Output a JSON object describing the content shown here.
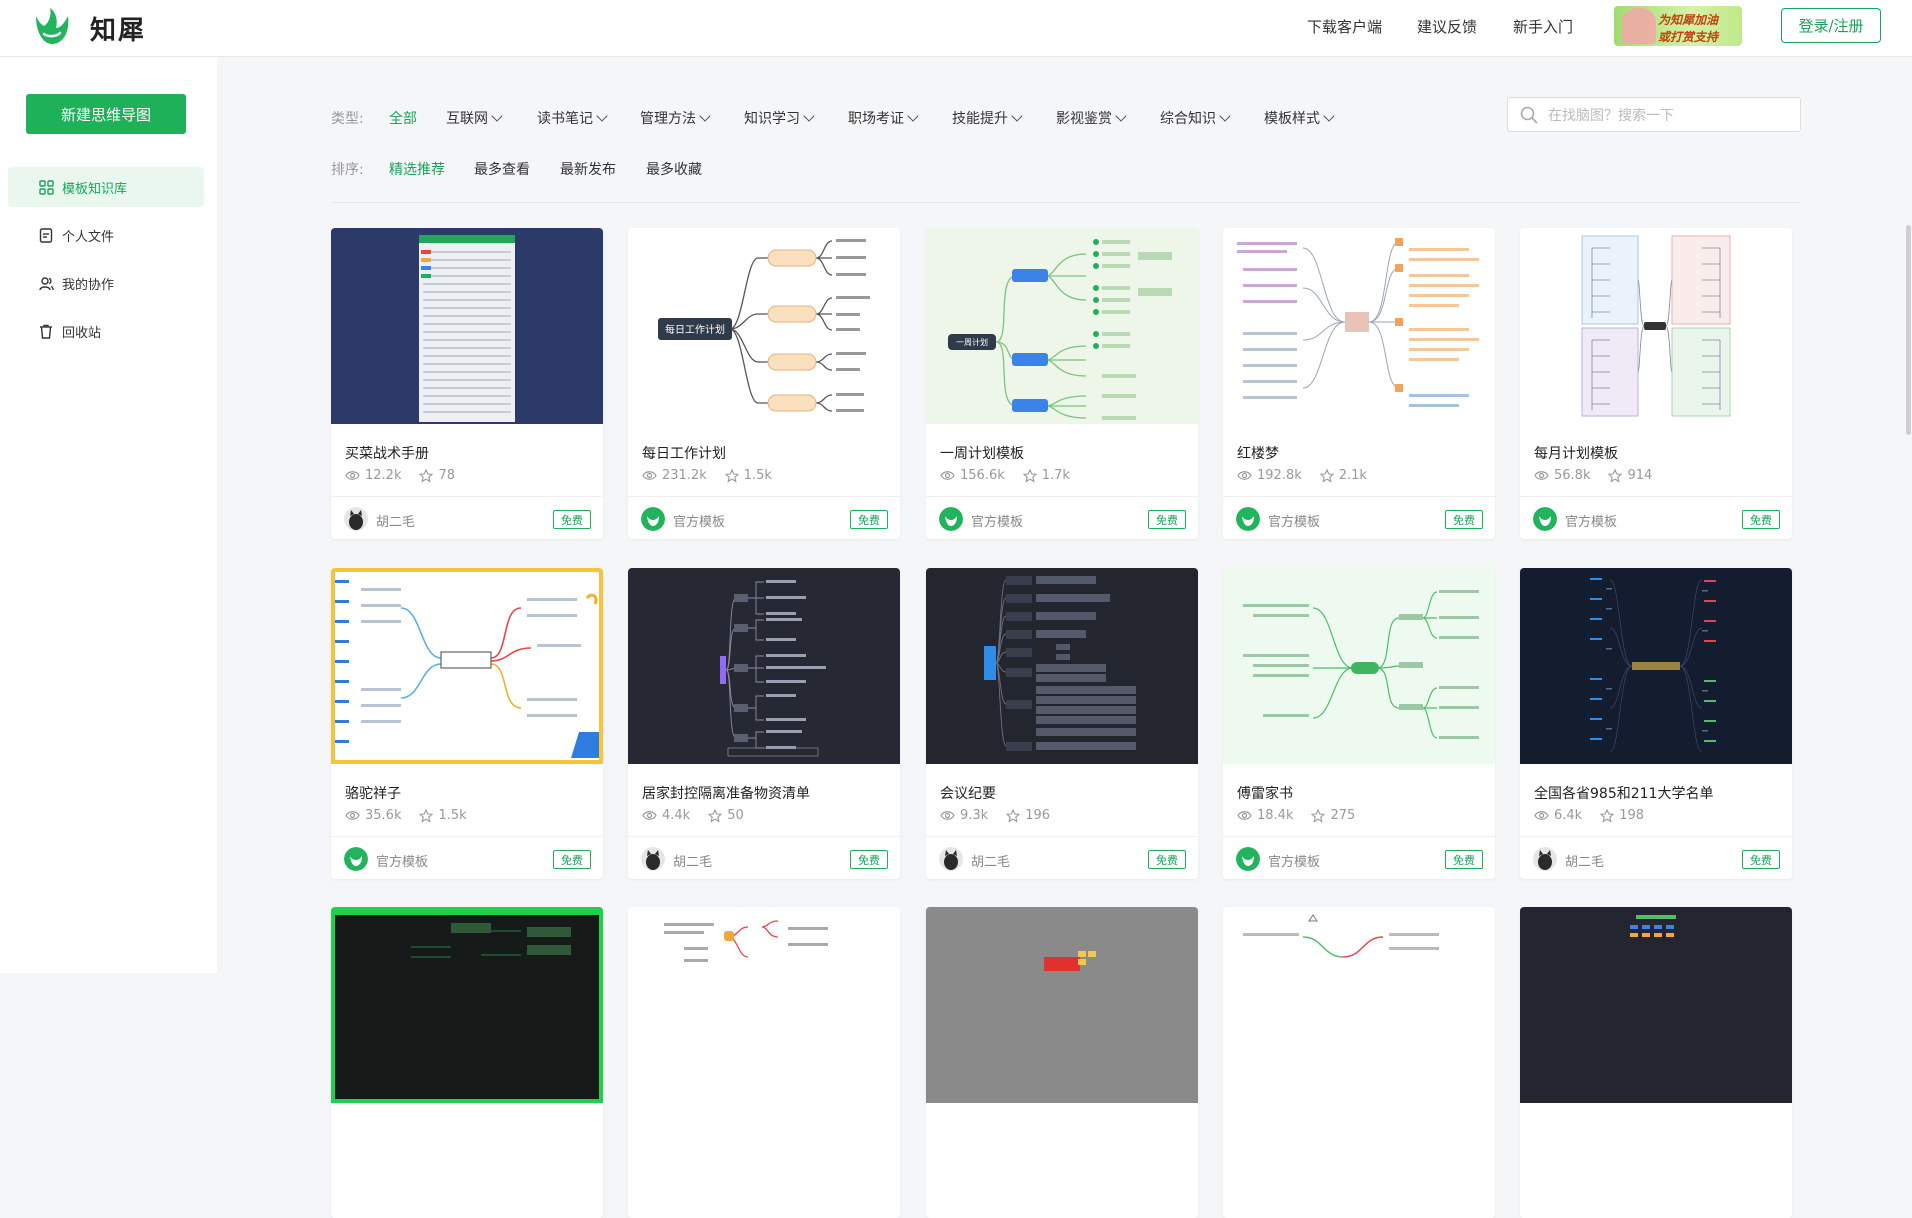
{
  "header": {
    "brand": "知犀",
    "nav": [
      "下载客户端",
      "建议反馈",
      "新手入门"
    ],
    "banner_line1": "为知犀加油",
    "banner_line2": "或打赏支持",
    "login": "登录/注册"
  },
  "sidebar": {
    "new_button": "新建思维导图",
    "items": [
      {
        "label": "模板知识库",
        "icon": "grid-icon"
      },
      {
        "label": "个人文件",
        "icon": "file-icon"
      },
      {
        "label": "我的协作",
        "icon": "users-icon"
      },
      {
        "label": "回收站",
        "icon": "trash-icon"
      }
    ]
  },
  "filters": {
    "type_label": "类型:",
    "types": [
      "全部",
      "互联网",
      "读书笔记",
      "管理方法",
      "知识学习",
      "职场考证",
      "技能提升",
      "影视鉴赏",
      "综合知识",
      "模板样式"
    ],
    "sort_label": "排序:",
    "sorts": [
      "精选推荐",
      "最多查看",
      "最新发布",
      "最多收藏"
    ]
  },
  "search": {
    "placeholder": "在找脑图？搜索一下"
  },
  "free_badge": "免费",
  "cards": [
    {
      "title": "买菜战术手册",
      "views": "12.2k",
      "stars": "78",
      "author": "胡二毛"
    },
    {
      "title": "每日工作计划",
      "views": "231.2k",
      "stars": "1.5k",
      "author": "官方模板",
      "thumb_center": "每日工作计划"
    },
    {
      "title": "一周计划模板",
      "views": "156.6k",
      "stars": "1.7k",
      "author": "官方模板",
      "thumb_center": "一周计划"
    },
    {
      "title": "红楼梦",
      "views": "192.8k",
      "stars": "2.1k",
      "author": "官方模板"
    },
    {
      "title": "每月计划模板",
      "views": "56.8k",
      "stars": "914",
      "author": "官方模板"
    },
    {
      "title": "骆驼祥子",
      "views": "35.6k",
      "stars": "1.5k",
      "author": "官方模板"
    },
    {
      "title": "居家封控隔离准备物资清单",
      "views": "4.4k",
      "stars": "50",
      "author": "胡二毛"
    },
    {
      "title": "会议纪要",
      "views": "9.3k",
      "stars": "196",
      "author": "胡二毛"
    },
    {
      "title": "傅雷家书",
      "views": "18.4k",
      "stars": "275",
      "author": "官方模板"
    },
    {
      "title": "全国各省985和211大学名单",
      "views": "6.4k",
      "stars": "198",
      "author": "胡二毛"
    },
    {
      "title": "",
      "views": "",
      "stars": "",
      "author": ""
    },
    {
      "title": "",
      "views": "",
      "stars": "",
      "author": ""
    },
    {
      "title": "",
      "views": "",
      "stars": "",
      "author": ""
    },
    {
      "title": "",
      "views": "",
      "stars": "",
      "author": ""
    },
    {
      "title": "",
      "views": "",
      "stars": "",
      "author": ""
    }
  ],
  "colors": {
    "accent": "#1fb15a",
    "accent_text": "#19a45b"
  }
}
